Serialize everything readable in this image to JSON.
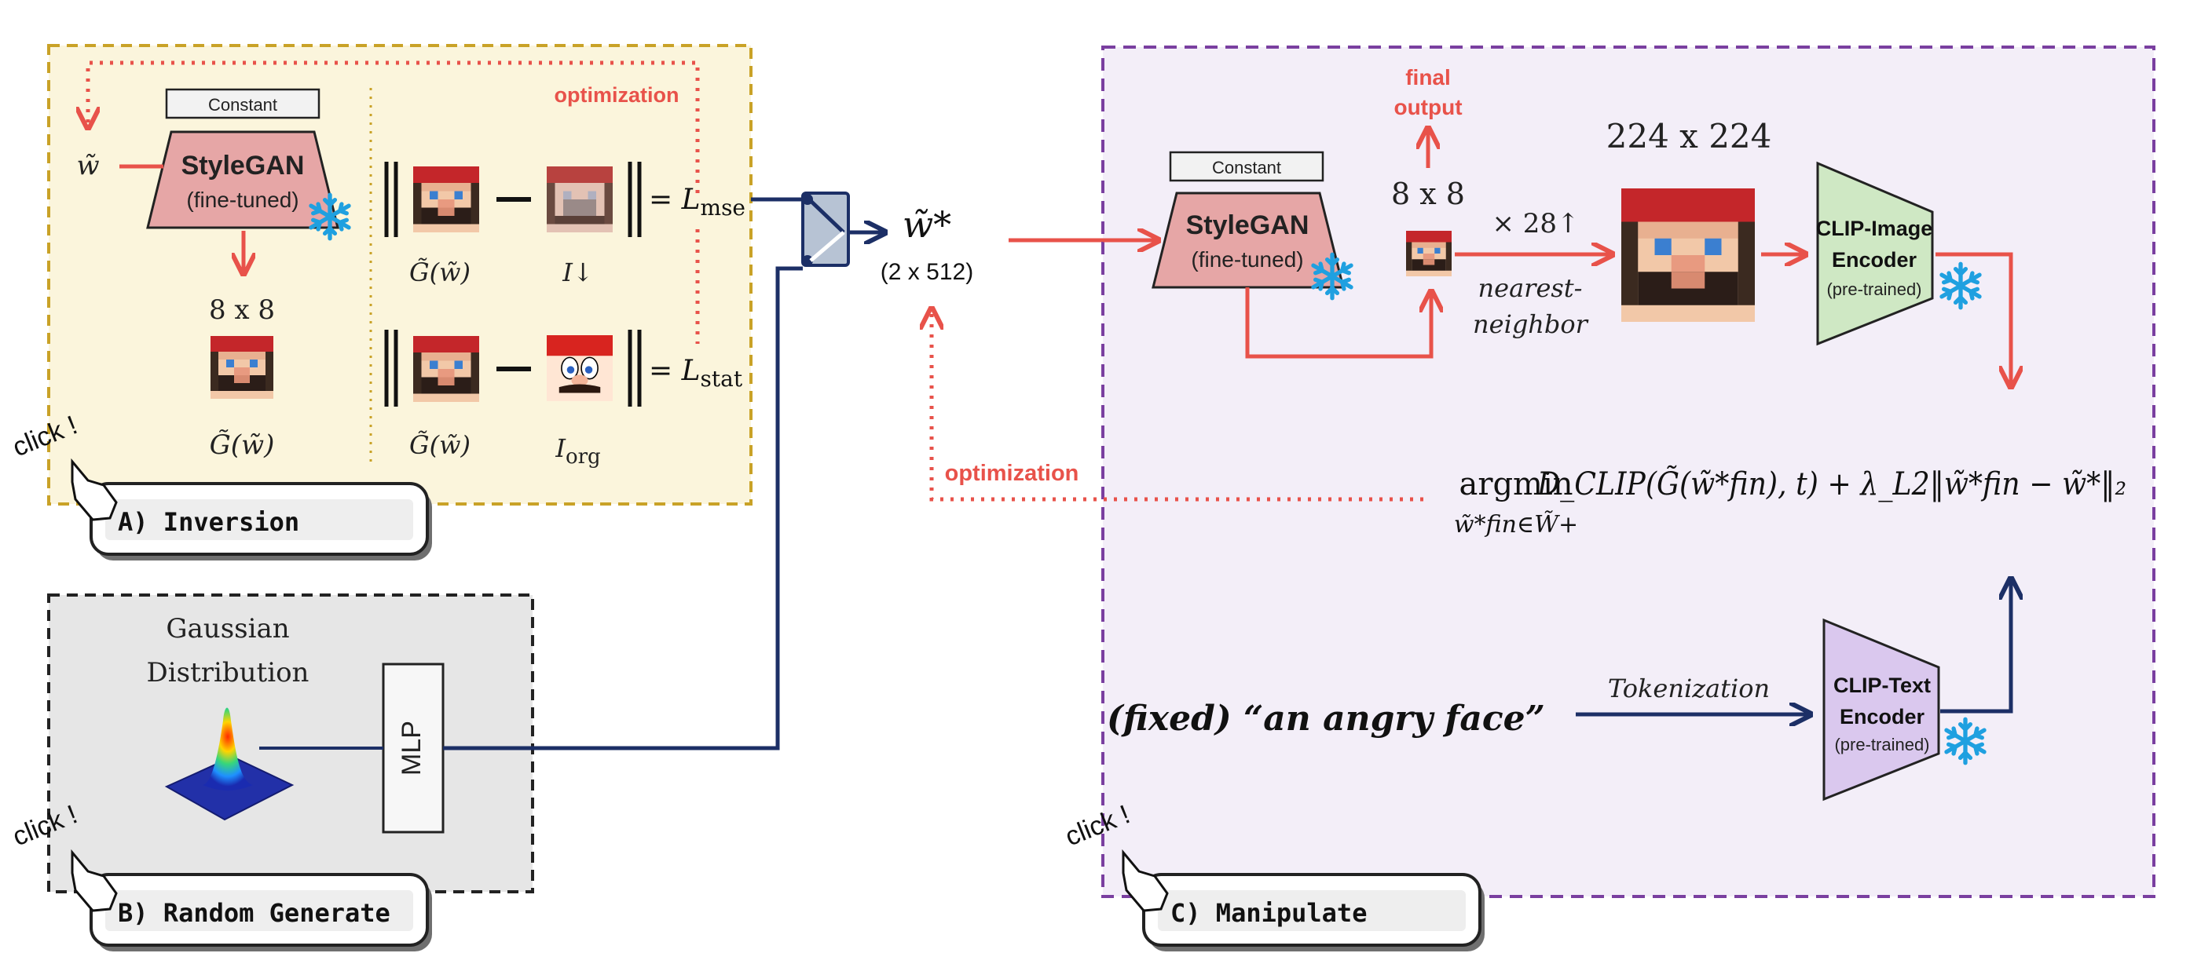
{
  "inversion_panel": {
    "constant_label": "Constant",
    "stylegan_title": "StyleGAN",
    "stylegan_sub": "(fine-tuned)",
    "w_symbol": "w̃",
    "optimization_label": "optimization",
    "res_label": "8 x 8",
    "g_label": "G̃(w̃)",
    "eq1_g_label": "G̃(w̃)",
    "eq1_i_label": "I↓",
    "eq1_result_eq": "= L",
    "eq1_result_sub": "mse",
    "eq2_g_label": "G̃(w̃)",
    "eq2_i_label": "I",
    "eq2_i_sub": "org",
    "eq2_result_eq": "= L",
    "eq2_result_sub": "stat",
    "button_label": "A) Inversion",
    "click_label": "click !"
  },
  "random_panel": {
    "gaussian_line1": "Gaussian",
    "gaussian_line2": "Distribution",
    "mlp_label": "MLP",
    "button_label": "B) Random Generate",
    "click_label": "click !"
  },
  "center": {
    "w_star": "w̃*",
    "dim": "(2 x 512)",
    "optimization_label": "optimization"
  },
  "manipulate_panel": {
    "constant_label": "Constant",
    "stylegan_title": "StyleGAN",
    "stylegan_sub": "(fine-tuned)",
    "final_output_line1": "final",
    "final_output_line2": "output",
    "res_small": "8 x 8",
    "res_large": "224 x 224",
    "upscale": "× 28↑",
    "upscale_method_line1": "nearest-",
    "upscale_method_line2": "neighbor",
    "clip_image_line1": "CLIP-Image",
    "clip_image_line2": "Encoder",
    "clip_image_sub": "(pre-trained)",
    "clip_text_line1": "CLIP-Text",
    "clip_text_line2": "Encoder",
    "clip_text_sub": "(pre-trained)",
    "argmin": "argmin",
    "argmin_sub": "w̃*fin∈W̃+",
    "objective": "D_CLIP(G̃(w̃*fin), t) + λ_L2‖w̃*fin − w̃*‖₂",
    "prompt": "(fixed) “an angry face”",
    "tokenization": "Tokenization",
    "button_label": "C) Manipulate",
    "click_label": "click !"
  },
  "colors": {
    "red": "#e8524a",
    "navy": "#1c2f66",
    "inversion_bg": "#fbf5dc",
    "inversion_border": "#c9a227",
    "random_bg": "#e6e6e6",
    "manipulate_bg": "#f3eef8",
    "manipulate_border": "#7a3fa0",
    "stylegan_fill": "#e6a6a6",
    "clip_image_fill": "#cfe8c4",
    "clip_text_fill": "#dac8ee",
    "snowflake": "#1fa0e0"
  }
}
